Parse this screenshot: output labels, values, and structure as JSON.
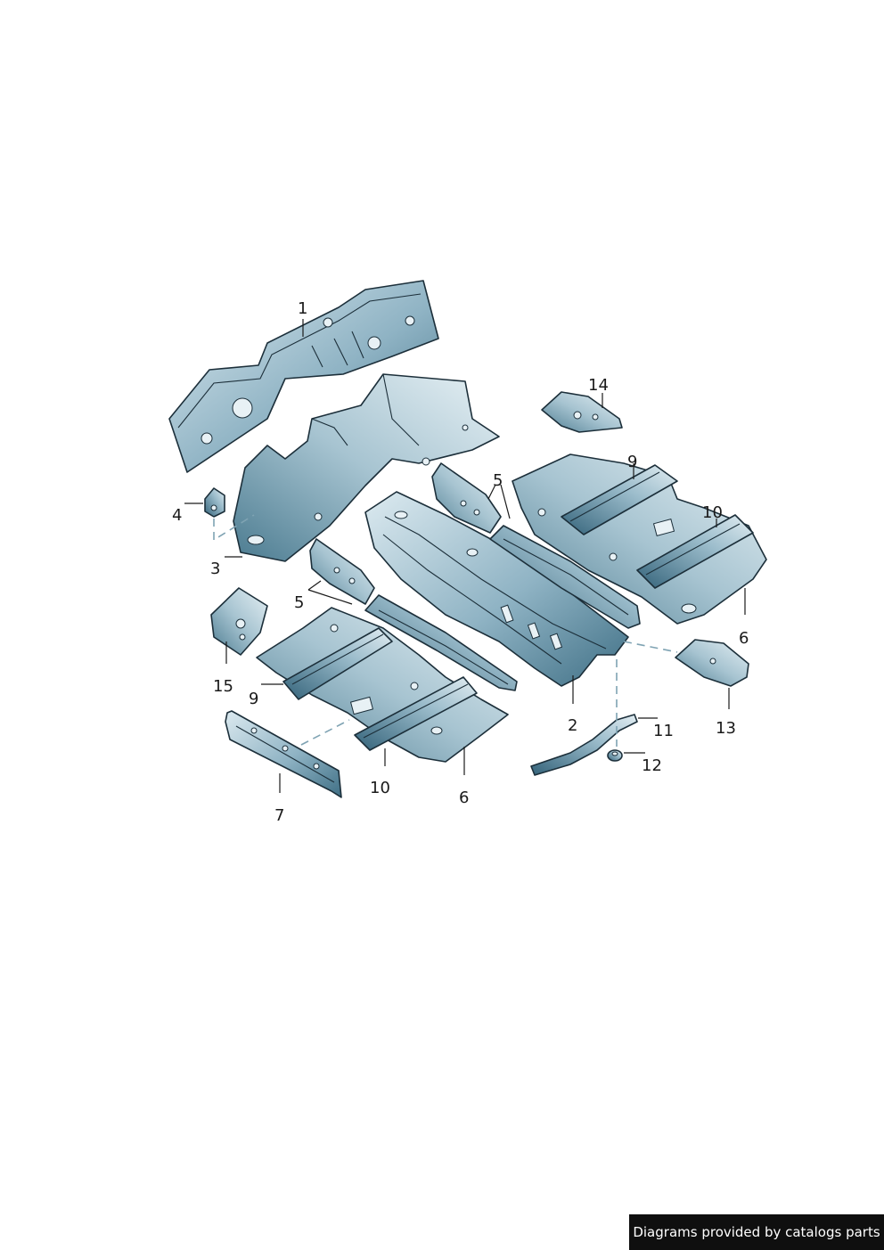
{
  "diagram": {
    "callouts": [
      {
        "id": "1",
        "text": "1"
      },
      {
        "id": "2",
        "text": "2"
      },
      {
        "id": "3",
        "text": "3"
      },
      {
        "id": "4",
        "text": "4"
      },
      {
        "id": "5a",
        "text": "5"
      },
      {
        "id": "5b",
        "text": "5"
      },
      {
        "id": "6a",
        "text": "6"
      },
      {
        "id": "6b",
        "text": "6"
      },
      {
        "id": "7",
        "text": "7"
      },
      {
        "id": "9a",
        "text": "9"
      },
      {
        "id": "9b",
        "text": "9"
      },
      {
        "id": "10a",
        "text": "10"
      },
      {
        "id": "10b",
        "text": "10"
      },
      {
        "id": "11",
        "text": "11"
      },
      {
        "id": "12",
        "text": "12"
      },
      {
        "id": "13",
        "text": "13"
      },
      {
        "id": "14",
        "text": "14"
      },
      {
        "id": "15",
        "text": "15"
      }
    ],
    "colors": {
      "part_fill_light": "#c9dde6",
      "part_fill_dark": "#3f6f85",
      "outline": "#1c2f3a"
    }
  },
  "footer": {
    "credit": "Diagrams provided by catalogs parts"
  }
}
